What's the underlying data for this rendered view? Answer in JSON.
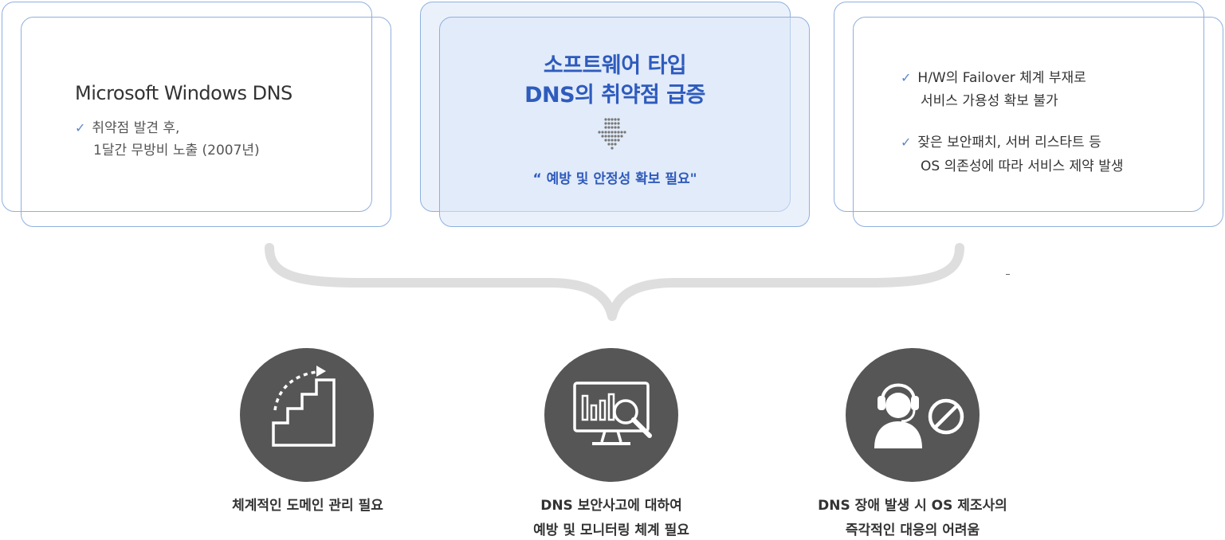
{
  "cards": {
    "left": {
      "title": "Microsoft Windows DNS",
      "bullet_line1": "취약점 발견 후,",
      "bullet_line2": "1달간 무방비 노출 (2007년)"
    },
    "center": {
      "title_line1": "소프트웨어 타입",
      "title_line2": "DNS의 취약점 급증",
      "quote": "“ 예방 및 안정성 확보 필요\""
    },
    "right": {
      "bullet1_line1": "H/W의 Failover 체계 부재로",
      "bullet1_line2": "서비스 가용성 확보 불가",
      "bullet2_line1": "잦은 보안패치, 서버 리스타트 등",
      "bullet2_line2": "OS 의존성에 따라 서비스 제약 발생"
    }
  },
  "check_mark": "✓",
  "features": [
    {
      "icon": "stairs-arrow-icon",
      "line1": "체계적인 도메인 관리 필요",
      "line2": ""
    },
    {
      "icon": "monitor-chart-search-icon",
      "line1": "DNS 보안사고에 대하여",
      "line2": "예방 및 모니터링 체계 필요"
    },
    {
      "icon": "headset-user-blocked-icon",
      "line1": "DNS 장애 발생 시 OS 제조사의",
      "line2": "즉각적인 대응의 어려움"
    }
  ],
  "colors": {
    "card_border": "#8fb0de",
    "accent_blue": "#2e5bbd",
    "circle_fill": "#565656",
    "brace": "#dedede"
  }
}
